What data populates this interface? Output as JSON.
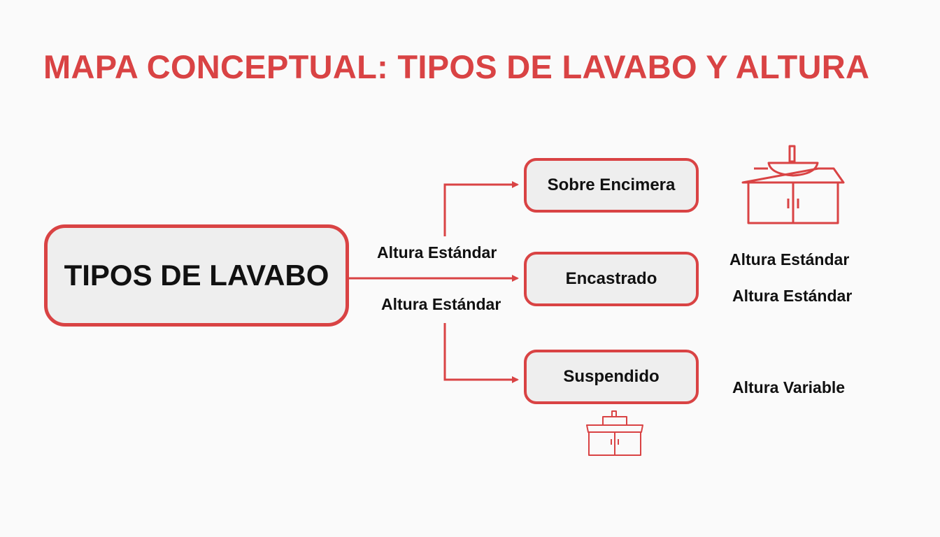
{
  "title": "MAPA CONCEPTUAL: TIPOS DE LAVABO Y ALTURA",
  "root": {
    "label": "TIPOS DE LAVABO"
  },
  "branches": [
    {
      "label": "Sobre Encimera"
    },
    {
      "label": "Encastrado"
    },
    {
      "label": "Suspendido"
    }
  ],
  "edge_labels": [
    "Altura Estándar",
    "Altura Estándar"
  ],
  "height_labels": [
    "Altura Estándar",
    "Altura Estándar",
    "Altura Variable"
  ],
  "icons": [
    "vessel-sink-cabinet-icon",
    "inset-sink-cabinet-icon"
  ],
  "colors": {
    "accent": "#d94344",
    "node_fill": "#eeeeee",
    "text": "#111111",
    "background": "#fafafa"
  }
}
